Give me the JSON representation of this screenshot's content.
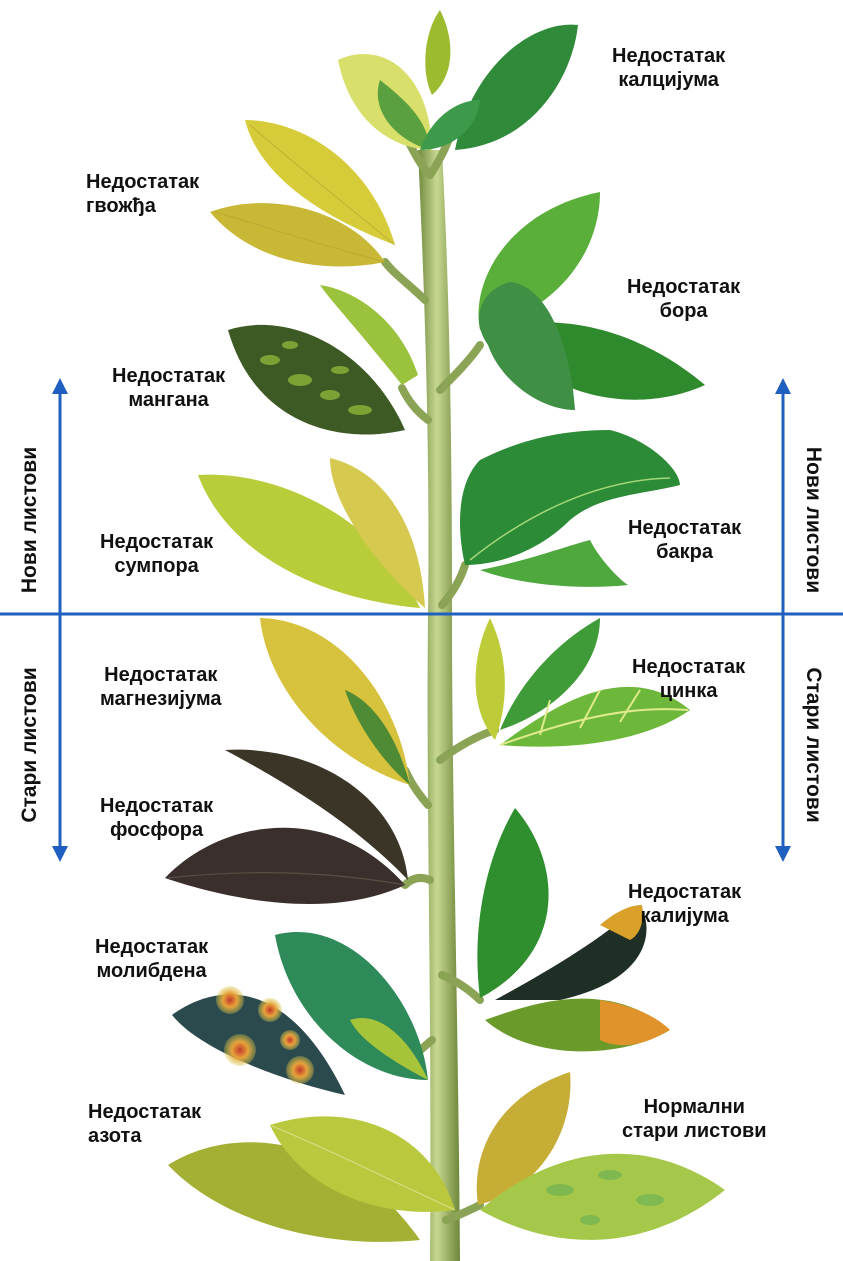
{
  "colors": {
    "axis": "#1f5fbf",
    "stem": "#8aa355",
    "stem_light": "#c5d68e",
    "text": "#111111"
  },
  "deficiencies": {
    "calcium": {
      "line1": "Недостатак",
      "line2": "калцијума"
    },
    "iron": {
      "line1": "Недостатак",
      "line2": "гвожђа"
    },
    "boron": {
      "line1": "Недостатак",
      "line2": "бора"
    },
    "manganese": {
      "line1": "Недостатак",
      "line2": "мангана"
    },
    "sulfur": {
      "line1": "Недостатак",
      "line2": "сумпора"
    },
    "copper": {
      "line1": "Недостатак",
      "line2": "бакра"
    },
    "magnesium": {
      "line1": "Недостатак",
      "line2": "магнезијума"
    },
    "zinc": {
      "line1": "Недостатак",
      "line2": "цинка"
    },
    "phosphorus": {
      "line1": "Недостатак",
      "line2": "фосфора"
    },
    "potassium": {
      "line1": "Недостатак",
      "line2": "калијума"
    },
    "molybdenum": {
      "line1": "Недостатак",
      "line2": "молибдена"
    },
    "nitrogen": {
      "line1": "Недостатак",
      "line2": "азота"
    },
    "normal": {
      "line1": "Нормални",
      "line2": "стари листови"
    }
  },
  "axis_labels": {
    "new_leaves": "Нови листови",
    "old_leaves": "Стари листови"
  }
}
